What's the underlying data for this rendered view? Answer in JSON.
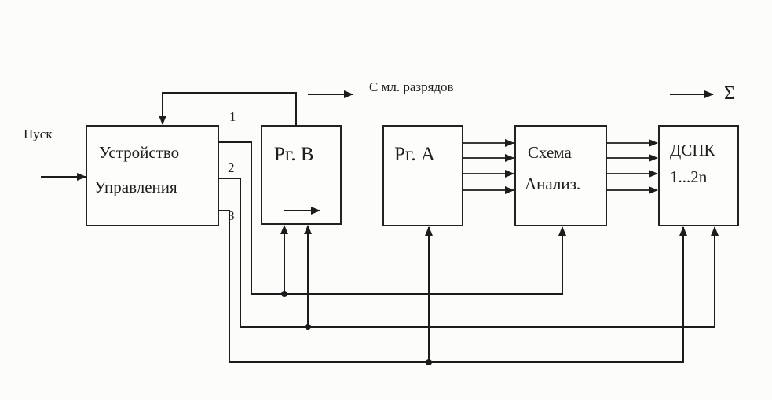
{
  "inputs": {
    "start_label": "Пуск"
  },
  "outputs": {
    "low_bits_label": "С мл. разрядов",
    "sum_label": "Σ"
  },
  "blocks": {
    "control_unit": {
      "line1": "Устройство",
      "line2": "Управления"
    },
    "reg_b": {
      "label": "Рг. В"
    },
    "reg_a": {
      "label": "Рг. А"
    },
    "analysis": {
      "line1": "Схема",
      "line2": "Анализ."
    },
    "dspk": {
      "line1": "ДСПК",
      "line2": "1...2n"
    }
  },
  "control_outputs": {
    "out1": "1",
    "out2": "2",
    "out3": "3"
  },
  "colors": {
    "line": "#1c1c1c",
    "text": "#1e1e1e",
    "background": "#fcfcfa"
  }
}
